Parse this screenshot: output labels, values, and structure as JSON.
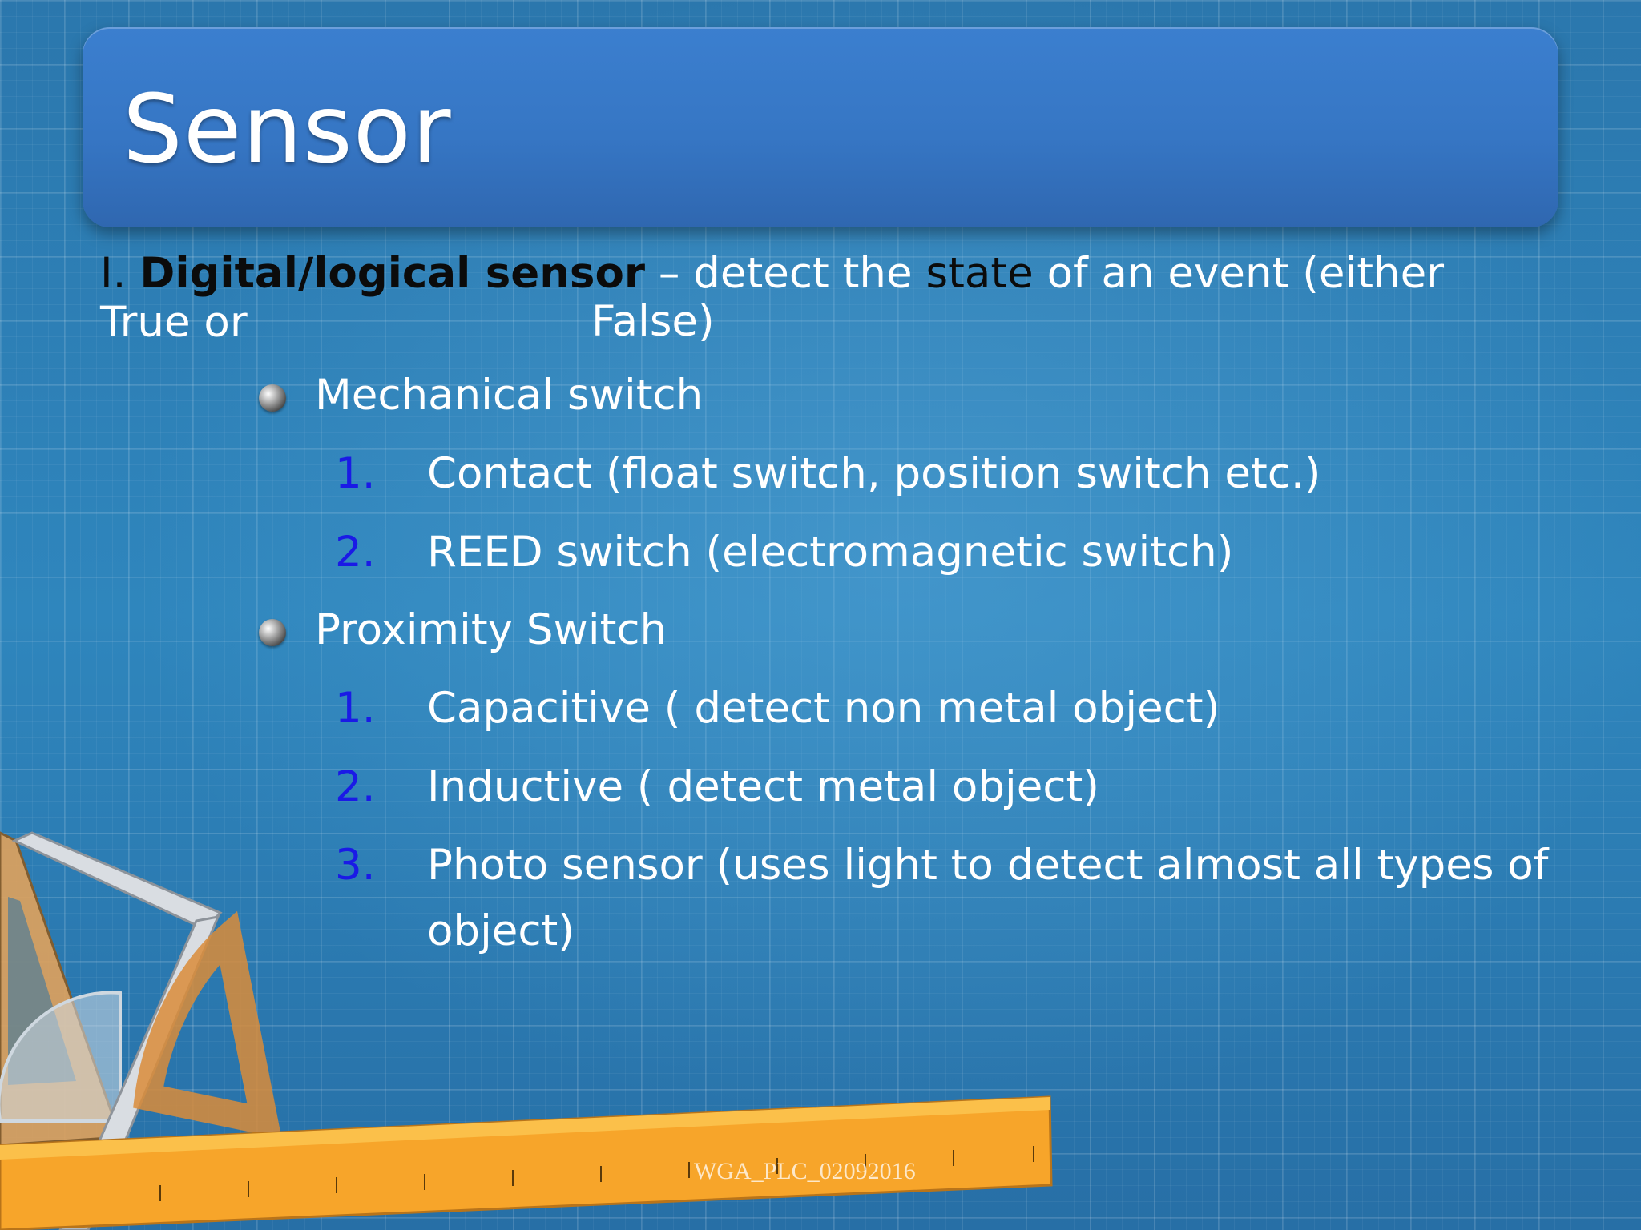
{
  "title": "Sensor",
  "intro": {
    "prefix": "I. ",
    "term": "Digital/logical sensor",
    "dash": " – detect the ",
    "state": "state",
    "rest": " of an event (either True or",
    "line2": "False)"
  },
  "groups": [
    {
      "label": "Mechanical switch",
      "items": [
        {
          "num": "1.",
          "text": "Contact (float switch, position switch etc.)"
        },
        {
          "num": "2.",
          "text": "REED switch (electromagnetic switch)"
        }
      ]
    },
    {
      "label": "Proximity Switch",
      "items": [
        {
          "num": "1.",
          "text": "Capacitive ( detect non metal object)"
        },
        {
          "num": "2.",
          "text": "Inductive ( detect metal object)"
        },
        {
          "num": "3.",
          "text": "Photo sensor (uses light to detect  almost all types of",
          "text2": "object)"
        }
      ]
    }
  ],
  "footer": "WGA_PLC_02092016",
  "colors": {
    "title_bar": "#3676c4",
    "number": "#1a1ae6",
    "ruler": "#f5a623",
    "background": "#2a72a8"
  }
}
